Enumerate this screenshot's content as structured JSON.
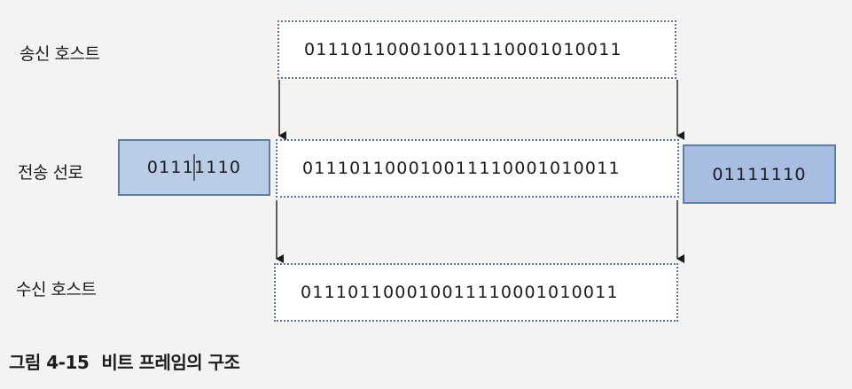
{
  "labels": {
    "sender": "송신 호스트",
    "line": "전송 선로",
    "receiver": "수신 호스트"
  },
  "data_bits": "011101100010011110001010011",
  "flag_bits": "01111110",
  "caption": {
    "number": "그림 4-15",
    "title": "비트 프레임의 구조"
  }
}
